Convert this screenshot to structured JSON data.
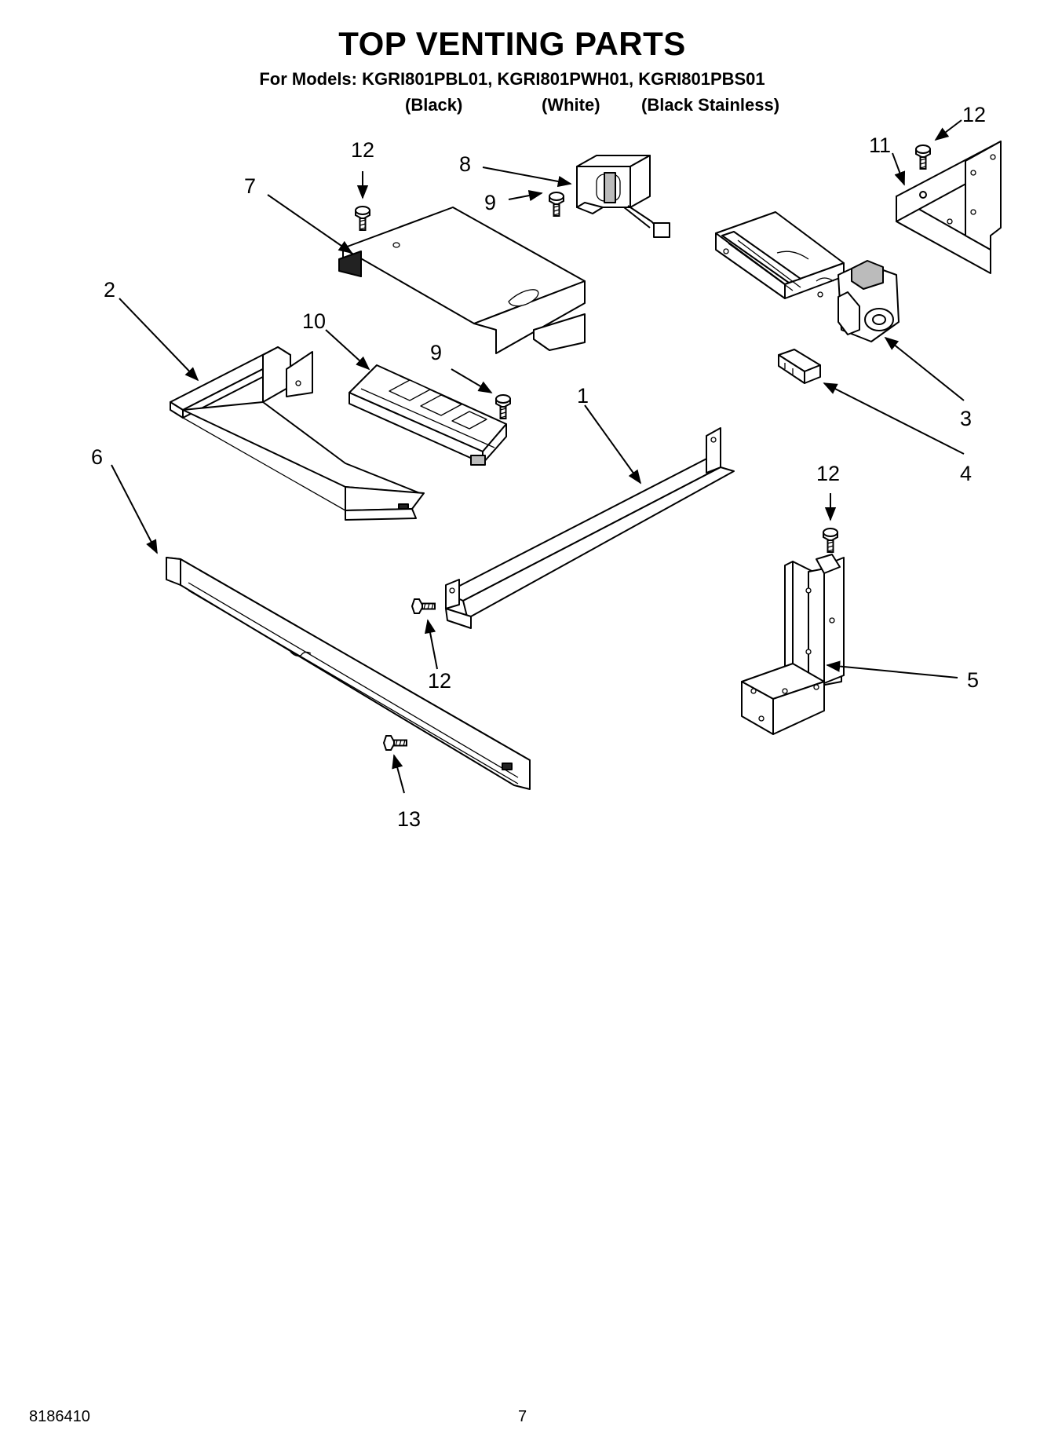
{
  "header": {
    "title": "TOP VENTING PARTS",
    "models_line": "For Models: KGRI801PBL01, KGRI801PWH01, KGRI801PBS01",
    "variants": [
      "(Black)",
      "(White)",
      "(Black Stainless)"
    ]
  },
  "callouts": {
    "c1": "1",
    "c2": "2",
    "c3": "3",
    "c4": "4",
    "c5": "5",
    "c6": "6",
    "c7": "7",
    "c8": "8",
    "c9a": "9",
    "c9b": "9",
    "c10": "10",
    "c11": "11",
    "c12a": "12",
    "c12b": "12",
    "c12c": "12",
    "c12d": "12",
    "c13": "13"
  },
  "footer": {
    "doc_number": "8186410",
    "page_number": "7"
  }
}
